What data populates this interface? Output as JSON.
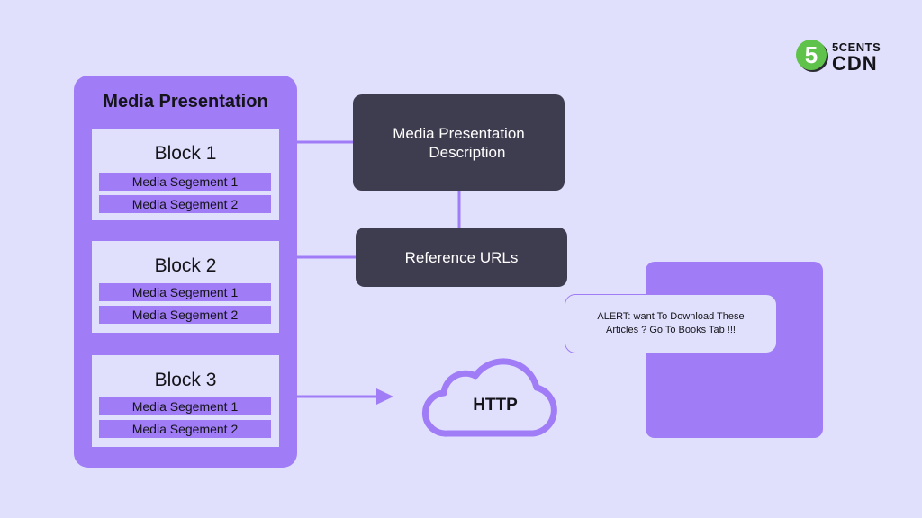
{
  "logo": {
    "badge": "5",
    "line1": "5CENTS",
    "line2": "CDN"
  },
  "media_presentation": {
    "title": "Media Presentation",
    "blocks": [
      {
        "title": "Block 1",
        "segments": [
          "Media Segement 1",
          "Media Segement 2"
        ]
      },
      {
        "title": "Block 2",
        "segments": [
          "Media Segement 1",
          "Media Segement 2"
        ]
      },
      {
        "title": "Block 3",
        "segments": [
          "Media Segement 1",
          "Media Segement 2"
        ]
      }
    ]
  },
  "mpd_box": {
    "label": "Media Presentation\n    Description"
  },
  "reference_box": {
    "label": "Reference URLs"
  },
  "cloud": {
    "label": "HTTP"
  },
  "alert": {
    "text": "ALERT: want To Download These Articles ? Go To Books Tab !!!"
  },
  "colors": {
    "background": "#e1e0fc",
    "purple": "#a07cf7",
    "dark_box": "#3e3c4f",
    "logo_green": "#5fc24b"
  }
}
